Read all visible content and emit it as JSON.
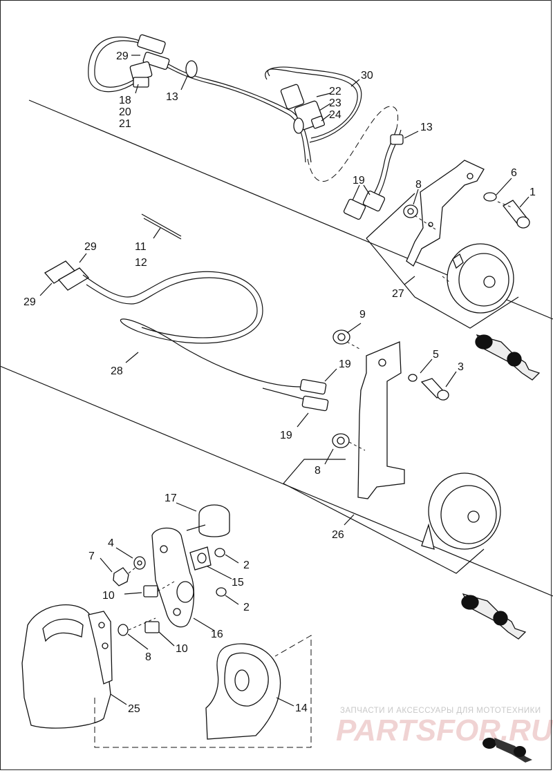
{
  "figure": {
    "callouts": {
      "c1": "1",
      "c2a": "2",
      "c2b": "2",
      "c3": "3",
      "c4": "4",
      "c5": "5",
      "c6": "6",
      "c7": "7",
      "c8a": "8",
      "c8b": "8",
      "c8c": "8",
      "c9": "9",
      "c10a": "10",
      "c10b": "10",
      "c11": "11",
      "c12": "12",
      "c13a": "13",
      "c13b": "13",
      "c14": "14",
      "c15": "15",
      "c16": "16",
      "c17": "17",
      "c18": "18",
      "c19a": "19",
      "c19b": "19",
      "c19c": "19",
      "c20": "20",
      "c21": "21",
      "c22": "22",
      "c23": "23",
      "c24": "24",
      "c25": "25",
      "c26": "26",
      "c27": "27",
      "c28": "28",
      "c29a": "29",
      "c29b": "29",
      "c29c": "29",
      "c30": "30"
    }
  },
  "watermark": {
    "tagline": "ЗАПЧАСТИ И АКСЕССУАРЫ ДЛЯ МОТОТЕХНИКИ",
    "logo": "PARTSFOR.RU"
  },
  "icons": {
    "front_direction": "motorcycle-front-arrow-icon",
    "watermark": "partsfor-logo"
  },
  "colors": {
    "line": "#111111",
    "watermark_gray": "#c8c8c8",
    "watermark_red": "#f0d3d3"
  }
}
